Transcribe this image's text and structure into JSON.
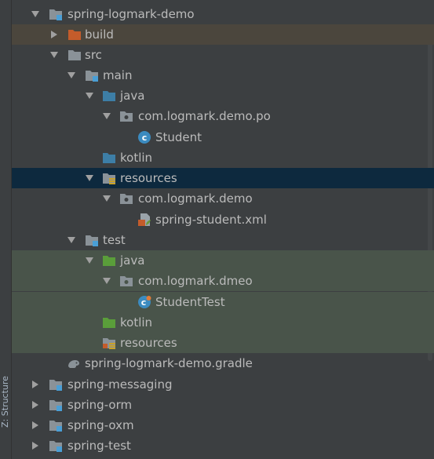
{
  "sidebar": {
    "structure_tab": "Z: Structure"
  },
  "tree": {
    "items": [
      {
        "label": "spring-logmark-demo",
        "icon": "module-folder-icon",
        "expanded": true
      },
      {
        "label": "build",
        "icon": "excluded-folder-icon",
        "expanded": false
      },
      {
        "label": "src",
        "icon": "folder-icon",
        "expanded": true
      },
      {
        "label": "main",
        "icon": "module-folder-icon",
        "expanded": true
      },
      {
        "label": "java",
        "icon": "source-root-folder-icon",
        "expanded": true
      },
      {
        "label": "com.logmark.demo.po",
        "icon": "package-icon",
        "expanded": true
      },
      {
        "label": "Student",
        "icon": "java-class-icon"
      },
      {
        "label": "kotlin",
        "icon": "source-root-folder-icon"
      },
      {
        "label": "resources",
        "icon": "resources-folder-icon",
        "expanded": true
      },
      {
        "label": "com.logmark.demo",
        "icon": "package-icon",
        "expanded": true
      },
      {
        "label": "spring-student.xml",
        "icon": "spring-xml-icon"
      },
      {
        "label": "test",
        "icon": "module-folder-icon",
        "expanded": true
      },
      {
        "label": "java",
        "icon": "test-root-folder-icon",
        "expanded": true
      },
      {
        "label": "com.logmark.dmeo",
        "icon": "package-icon",
        "expanded": true
      },
      {
        "label": "StudentTest",
        "icon": "java-test-class-icon"
      },
      {
        "label": "kotlin",
        "icon": "test-root-folder-icon"
      },
      {
        "label": "resources",
        "icon": "test-resources-folder-icon"
      },
      {
        "label": "spring-logmark-demo.gradle",
        "icon": "gradle-icon"
      },
      {
        "label": "spring-messaging",
        "icon": "module-folder-icon",
        "expanded": false
      },
      {
        "label": "spring-orm",
        "icon": "module-folder-icon",
        "expanded": false
      },
      {
        "label": "spring-oxm",
        "icon": "module-folder-icon",
        "expanded": false
      },
      {
        "label": "spring-test",
        "icon": "module-folder-icon",
        "expanded": false
      }
    ]
  },
  "colors": {
    "background": "#3c3f41",
    "text": "#bbbbbb",
    "selected_row": "#0d293e",
    "excluded_row": "#4b463d",
    "test_row": "#49544a",
    "source_folder": "#3d7ea6",
    "test_folder": "#5a9e3a",
    "excluded_folder": "#c45c2b",
    "plain_folder": "#8a9298"
  }
}
